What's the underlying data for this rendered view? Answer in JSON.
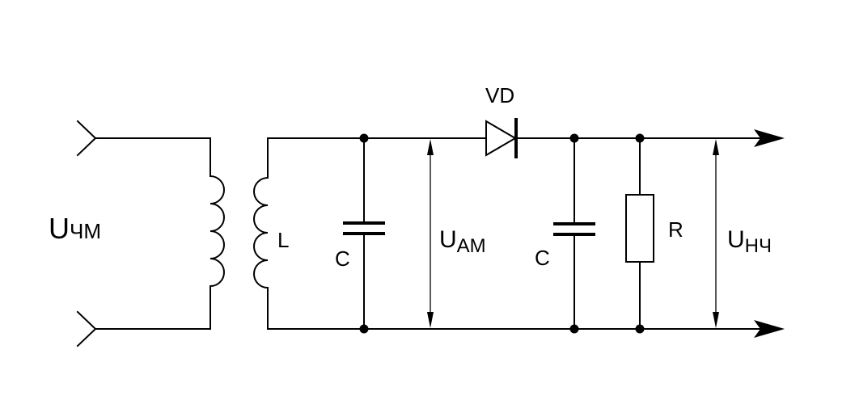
{
  "labels": {
    "input_voltage": {
      "main": "U",
      "sub": "ЧМ"
    },
    "inductor": "L",
    "capacitor_1": "C",
    "am_voltage": {
      "main": "U",
      "sub": "AM"
    },
    "diode": "VD",
    "capacitor_2": "C",
    "resistor": "R",
    "output_voltage": {
      "main": "U",
      "sub": "НЧ"
    }
  }
}
